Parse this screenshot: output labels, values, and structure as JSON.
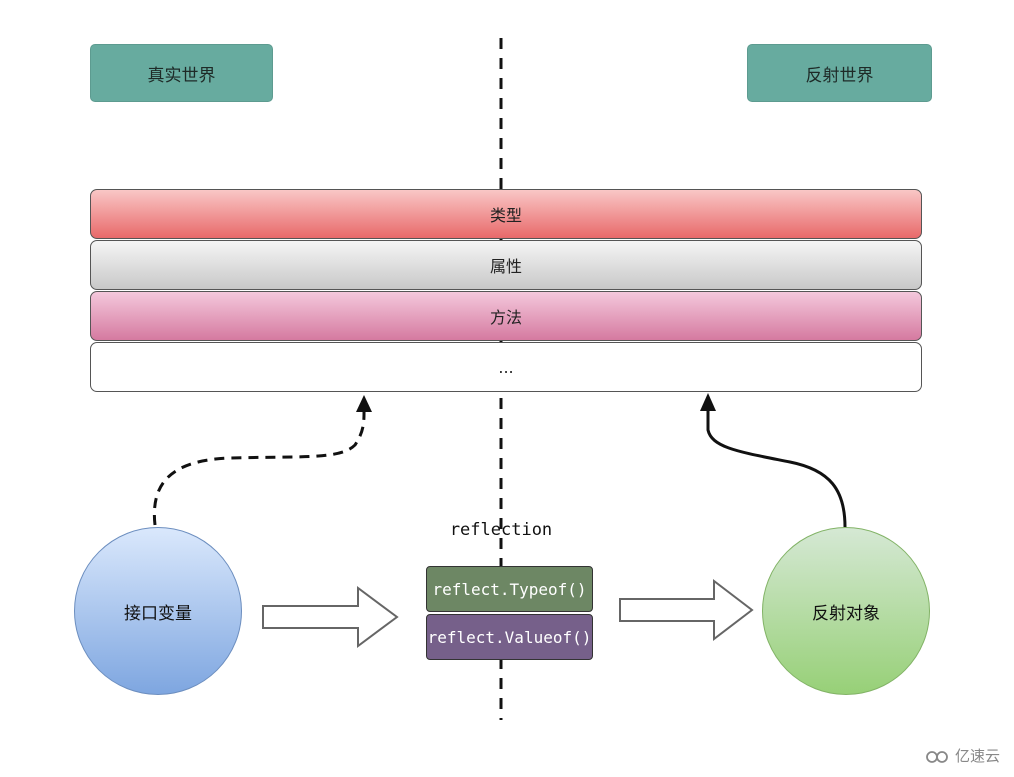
{
  "labels": {
    "real_world": "真实世界",
    "reflect_world": "反射世界",
    "reflection": "reflection"
  },
  "bands": {
    "type": "类型",
    "attr": "属性",
    "method": "方法",
    "more": "..."
  },
  "nodes": {
    "interface_var": "接口变量",
    "reflect_obj": "反射对象"
  },
  "functions": {
    "typeof": "reflect.Typeof()",
    "valueof": "reflect.Valueof()"
  },
  "watermark": "亿速云",
  "colors": {
    "tag": "#67ab9f",
    "func_type": "#6d8764",
    "func_value": "#76608a"
  }
}
